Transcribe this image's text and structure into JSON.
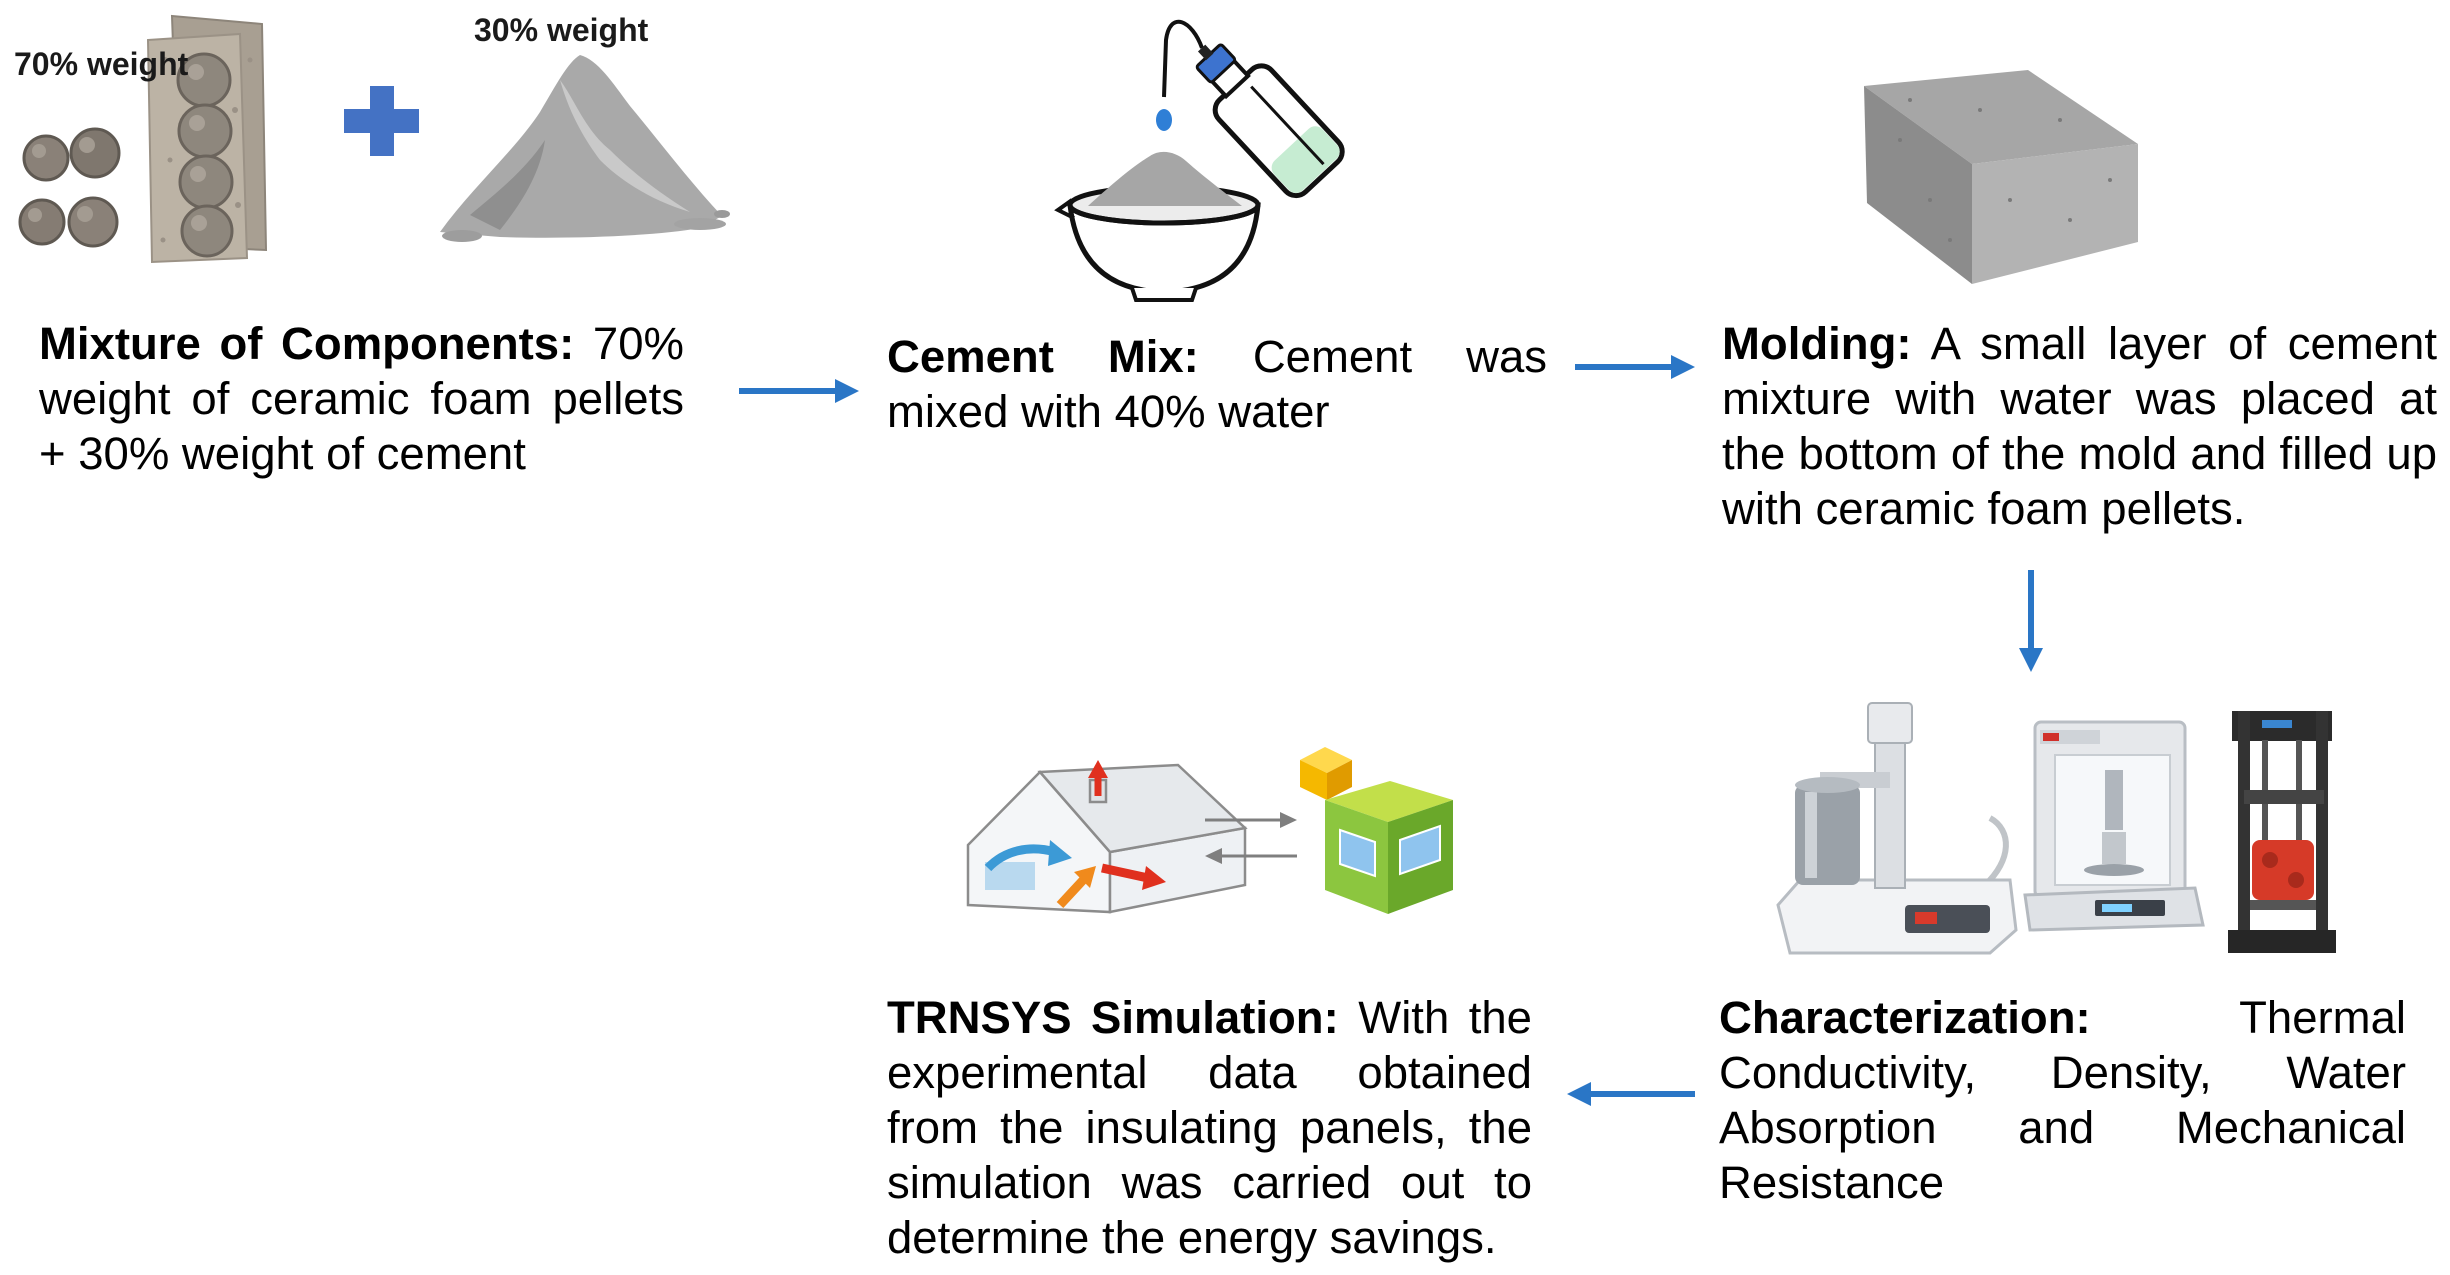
{
  "labels": {
    "pellets_weight": "70% weight",
    "cement_weight": "30% weight"
  },
  "steps": [
    {
      "title": "Mixture of Components:",
      "body": "70% weight of ceramic foam pellets + 30% weight of cement"
    },
    {
      "title": "Cement Mix:",
      "body": "Cement was mixed with 40% water"
    },
    {
      "title": "Molding:",
      "body": "A small layer of cement mixture with water was placed at the bottom of the mold and filled up with ceramic foam pellets."
    },
    {
      "title": "Characterization:",
      "body": "Thermal Conductivity, Density, Water Absorption and Mechanical Resistance"
    },
    {
      "title": "TRNSYS Simulation:",
      "body": "With the experimental data obtained from the insulating panels, the simulation was carried out to determine the energy savings."
    }
  ],
  "illustrations": {
    "pellets": "ceramic-foam-pellets-image",
    "plus": "plus-icon",
    "powder": "cement-powder-pile",
    "mixing": "bowl-and-wash-bottle",
    "mold": "molded-panel-block",
    "lab": "lab-instruments",
    "simulation": "house-energy-simulation"
  },
  "colors": {
    "flow_arrow": "#2a76c6",
    "plus": "#4472c4",
    "sim_arrow": "#7f7f7f",
    "text": "#000000"
  }
}
